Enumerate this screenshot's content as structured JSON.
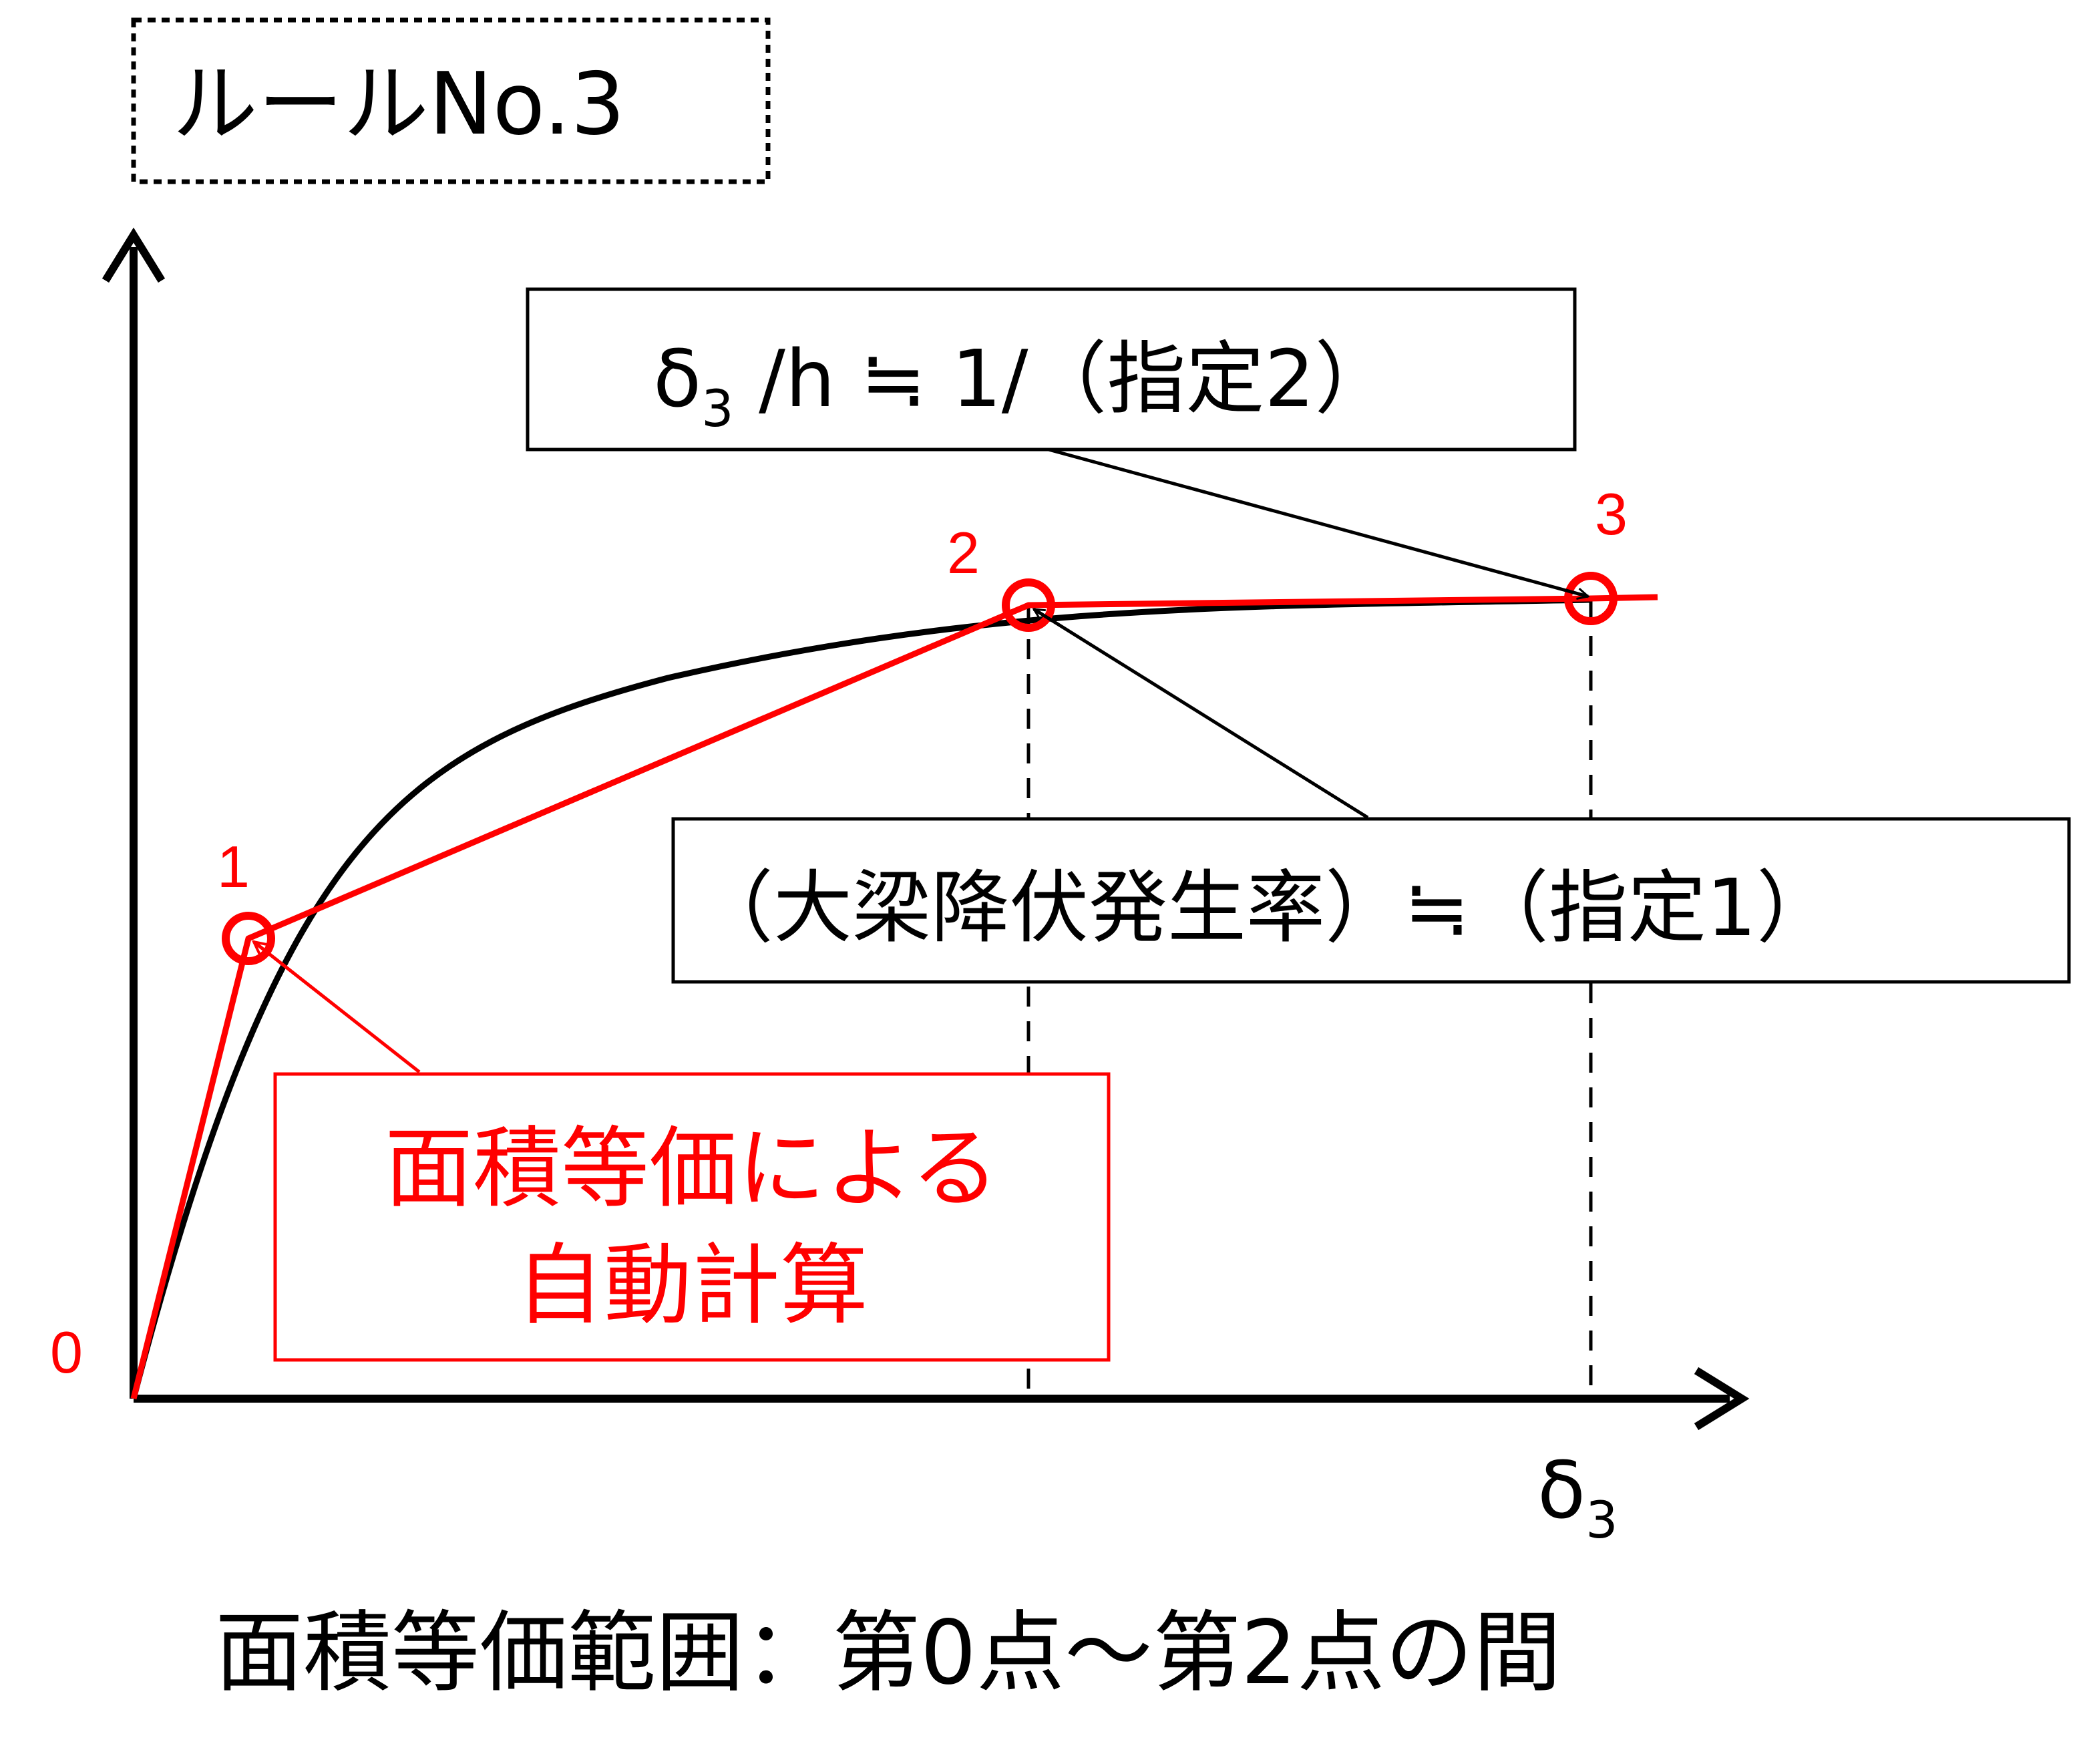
{
  "rule_title": "ルールNo.3",
  "callout_top": {
    "delta": "δ",
    "sub": "3",
    "rest": " /h ≒ 1/（指定2）"
  },
  "callout_mid": "（大梁降伏発生率）≒（指定1）",
  "callout_red": {
    "line1": "面積等価による",
    "line2": "自動計算"
  },
  "points": [
    {
      "label": "0"
    },
    {
      "label": "1"
    },
    {
      "label": "2"
    },
    {
      "label": "3"
    }
  ],
  "x_axis": {
    "delta": "δ",
    "sub": "3"
  },
  "footer": "面積等価範囲：第0点～第2点の間",
  "colors": {
    "red": "#ff0000",
    "black": "#000000"
  }
}
